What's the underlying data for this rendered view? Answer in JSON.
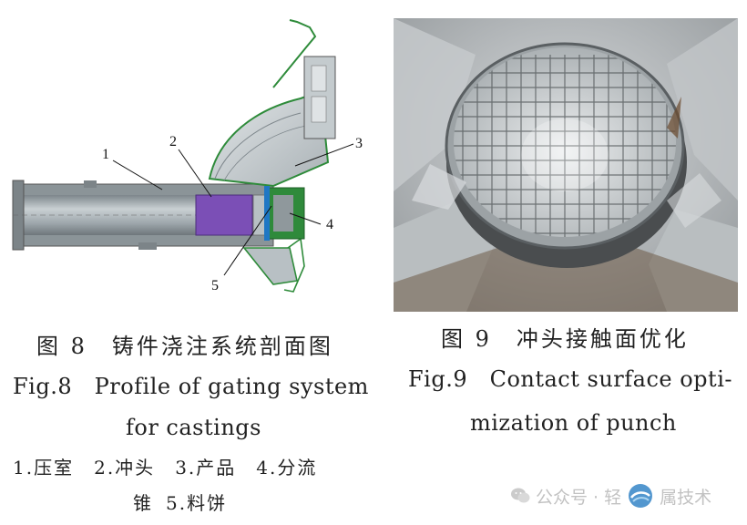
{
  "figure8": {
    "caption_cn": "图 8　铸件浇注系统剖面图",
    "caption_en_line1": "Fig.8　Profile of gating system",
    "caption_en_line2": "for castings",
    "legend_line1": [
      "1.压室",
      "2.冲头",
      "3.产品",
      "4.分流"
    ],
    "legend_line2": [
      "锥",
      "5.料饼"
    ],
    "callouts": [
      "1",
      "2",
      "3",
      "4",
      "5"
    ],
    "colors": {
      "punch": "#7b4fb6",
      "product_outline": "#2e8b3a",
      "metal": "#9aa3a8",
      "shroud": "#1f77c4"
    }
  },
  "figure9": {
    "caption_cn": "图 9　冲头接触面优化",
    "caption_en_line1": "Fig.9　Contact surface opti-",
    "caption_en_line2": "mization of punch"
  },
  "watermark": {
    "text_left": "公众号 · 轻",
    "text_right": "属技术"
  }
}
